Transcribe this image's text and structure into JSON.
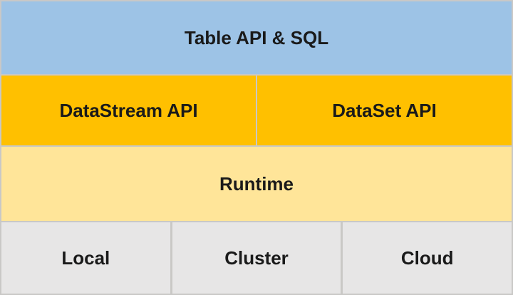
{
  "diagram": {
    "type": "layered-architecture-stack",
    "text_color": "#1A1A1A",
    "divider_color": "#C9C8C6",
    "rows": [
      {
        "cells": [
          {
            "label": "Table API & SQL",
            "color": "#9DC3E6"
          }
        ]
      },
      {
        "cells": [
          {
            "label": "DataStream API",
            "color": "#FFC000"
          },
          {
            "label": "DataSet API",
            "color": "#FFC000"
          }
        ]
      },
      {
        "cells": [
          {
            "label": "Runtime",
            "color": "#FFE599"
          }
        ]
      },
      {
        "cells": [
          {
            "label": "Local",
            "color": "#E7E6E6"
          },
          {
            "label": "Cluster",
            "color": "#E7E6E6"
          },
          {
            "label": "Cloud",
            "color": "#E7E6E6"
          }
        ]
      }
    ]
  }
}
